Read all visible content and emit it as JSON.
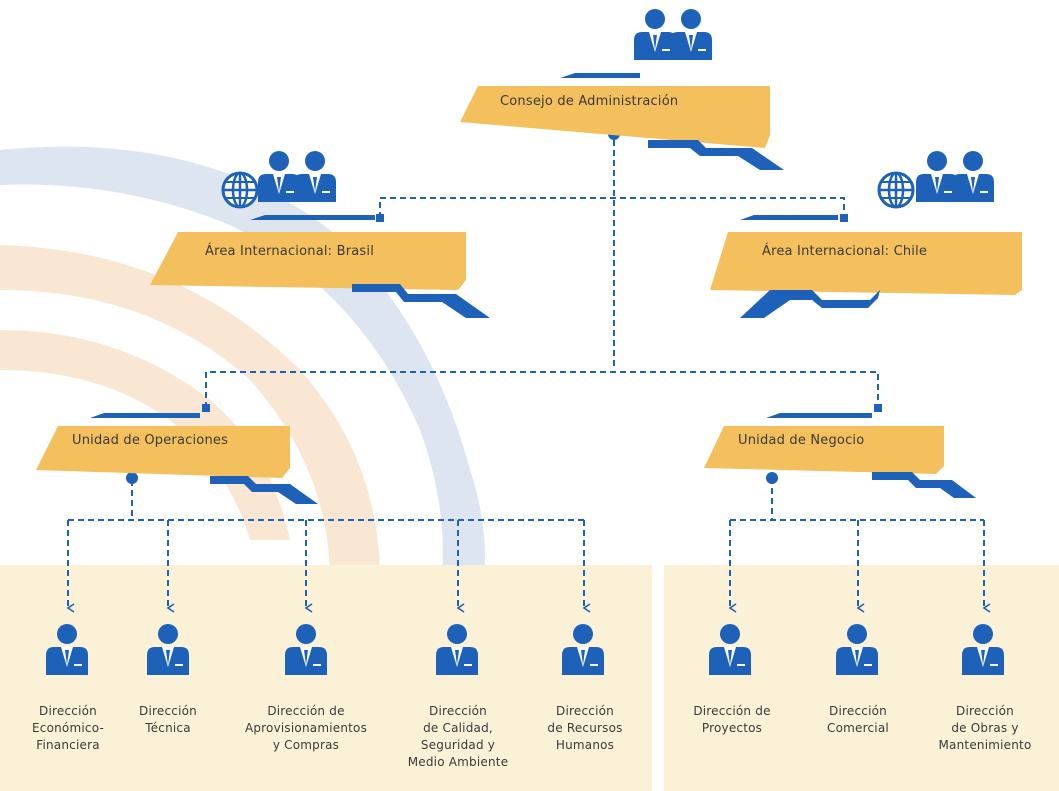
{
  "diagram": {
    "top": {
      "title": "Consejo de Administración",
      "icon": "two-person-icon"
    },
    "areas": [
      {
        "id": "brasil",
        "title": "Área Internacional: Brasil",
        "icon": "globe-people-icon"
      },
      {
        "id": "chile",
        "title": "Área Internacional: Chile",
        "icon": "globe-people-icon"
      }
    ],
    "units": [
      {
        "id": "operaciones",
        "title": "Unidad de Operaciones"
      },
      {
        "id": "negocio",
        "title": "Unidad de Negocio"
      }
    ],
    "operaciones_directorates": [
      {
        "label": "Dirección\nEconómico-\nFinanciera",
        "icon": "person-icon"
      },
      {
        "label": "Dirección\nTécnica",
        "icon": "person-icon"
      },
      {
        "label": "Dirección de\nAprovisionamientos\ny Compras",
        "icon": "person-icon"
      },
      {
        "label": "Dirección\nde Calidad,\nSeguridad y\nMedio Ambiente",
        "icon": "person-icon"
      },
      {
        "label": "Dirección\nde Recursos\nHumanos",
        "icon": "person-icon"
      }
    ],
    "negocio_directorates": [
      {
        "label": "Dirección de\nProyectos",
        "icon": "person-icon"
      },
      {
        "label": "Dirección\nComercial",
        "icon": "person-icon"
      },
      {
        "label": "Dirección\nde Obras y\nMantenimiento",
        "icon": "person-icon"
      }
    ],
    "colors": {
      "box_fill": "#f4c05e",
      "accent_blue": "#1d62b8",
      "panel_bg": "#fbf1d6",
      "text": "#3a3a3a",
      "deco_blue": "#dde6f0",
      "deco_peach": "#fae7d3"
    }
  }
}
